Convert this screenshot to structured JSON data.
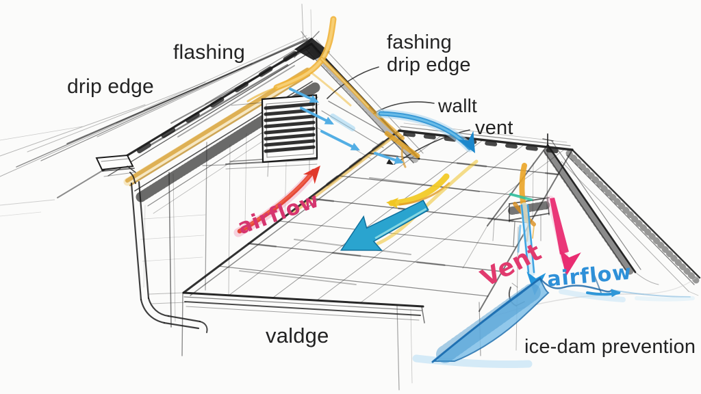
{
  "labels": {
    "flashing": "flashing",
    "drip_edge": "drip edge",
    "flashing_drip_line1": "fashing",
    "flashing_drip_line2": "drip edge",
    "wall": "wallt",
    "vent": "vent",
    "airflow_attic": "airflow",
    "vent_gable": "Vent",
    "airflow_gable": "airflow",
    "valley": "valdge",
    "caption": "ice-dam prevention"
  },
  "colors": {
    "ink": "#1c1c1c",
    "flashing_yellow": "#dcaa48",
    "arrow_yellow": "#f0c23a",
    "arrow_red": "#e0392c",
    "arrow_blue": "#2f95d4",
    "arrow_teal": "#2aa4cf",
    "arrow_pink": "#e92d72",
    "ice_blue": "#1b6db0",
    "label_pink": "#d6356f",
    "label_blue": "#2e90d8"
  },
  "annotations": [
    {
      "name": "attic-airflow-arrow",
      "color": "#e0392c"
    },
    {
      "name": "ridge-vent-arrow",
      "color": "#2f95d4"
    },
    {
      "name": "roof-deck-airflow-arrow",
      "color": "#2aa4cf"
    },
    {
      "name": "gable-vent-arrow",
      "color": "#2496dc"
    },
    {
      "name": "gable-airflow-arrow",
      "color": "#e92d72"
    },
    {
      "name": "ice-dam-mound",
      "color": "#5fa8d8"
    }
  ]
}
